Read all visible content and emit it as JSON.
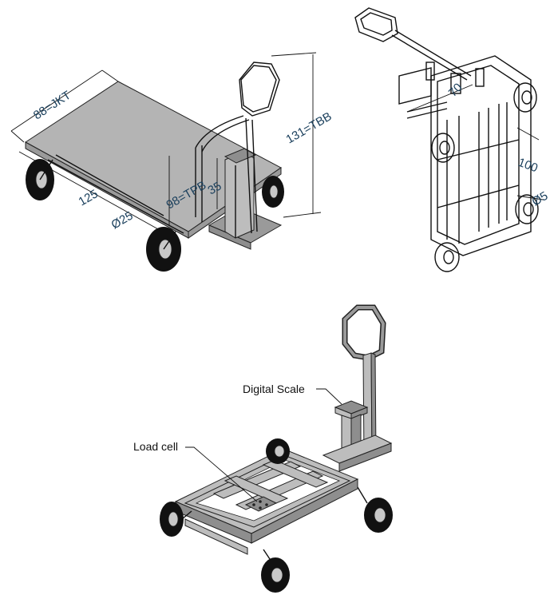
{
  "views": {
    "iso": {
      "dimensions": {
        "width": "88=JKT",
        "length": "125",
        "wheel_diameter": "Ø25",
        "height_column": "98=TPB",
        "column_height": "35",
        "total_height": "131=TBB"
      }
    },
    "top": {
      "dimensions": {
        "handle_offset": "70",
        "frame_height": "100",
        "wheel_diameter_partial": "Ø5"
      }
    },
    "exploded": {
      "callouts": {
        "digital_scale": "Digital Scale",
        "load_cell": "Load cell"
      }
    }
  }
}
